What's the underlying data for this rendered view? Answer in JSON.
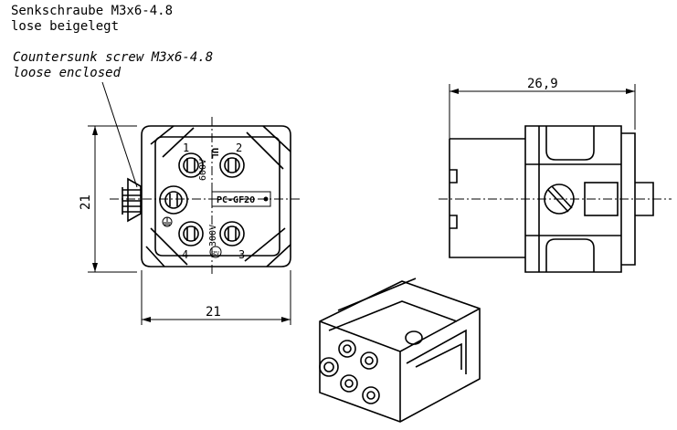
{
  "notes": {
    "de_line1": "Senkschraube M3x6-4.8",
    "de_line2": "lose beigelegt",
    "en_line1": "Countersunk screw M3x6-4.8",
    "en_line2": "loose enclosed"
  },
  "dimensions": {
    "front_width": "21",
    "front_height": "21",
    "side_length": "26,9"
  },
  "front_view": {
    "contact_1": "1",
    "contact_2": "2",
    "contact_3": "3",
    "contact_4": "4",
    "voltage_top": "600V",
    "voltage_bottom": "300V",
    "material": "PC-GF20",
    "ul_mark": "UL",
    "sev_mark": "SEV"
  }
}
